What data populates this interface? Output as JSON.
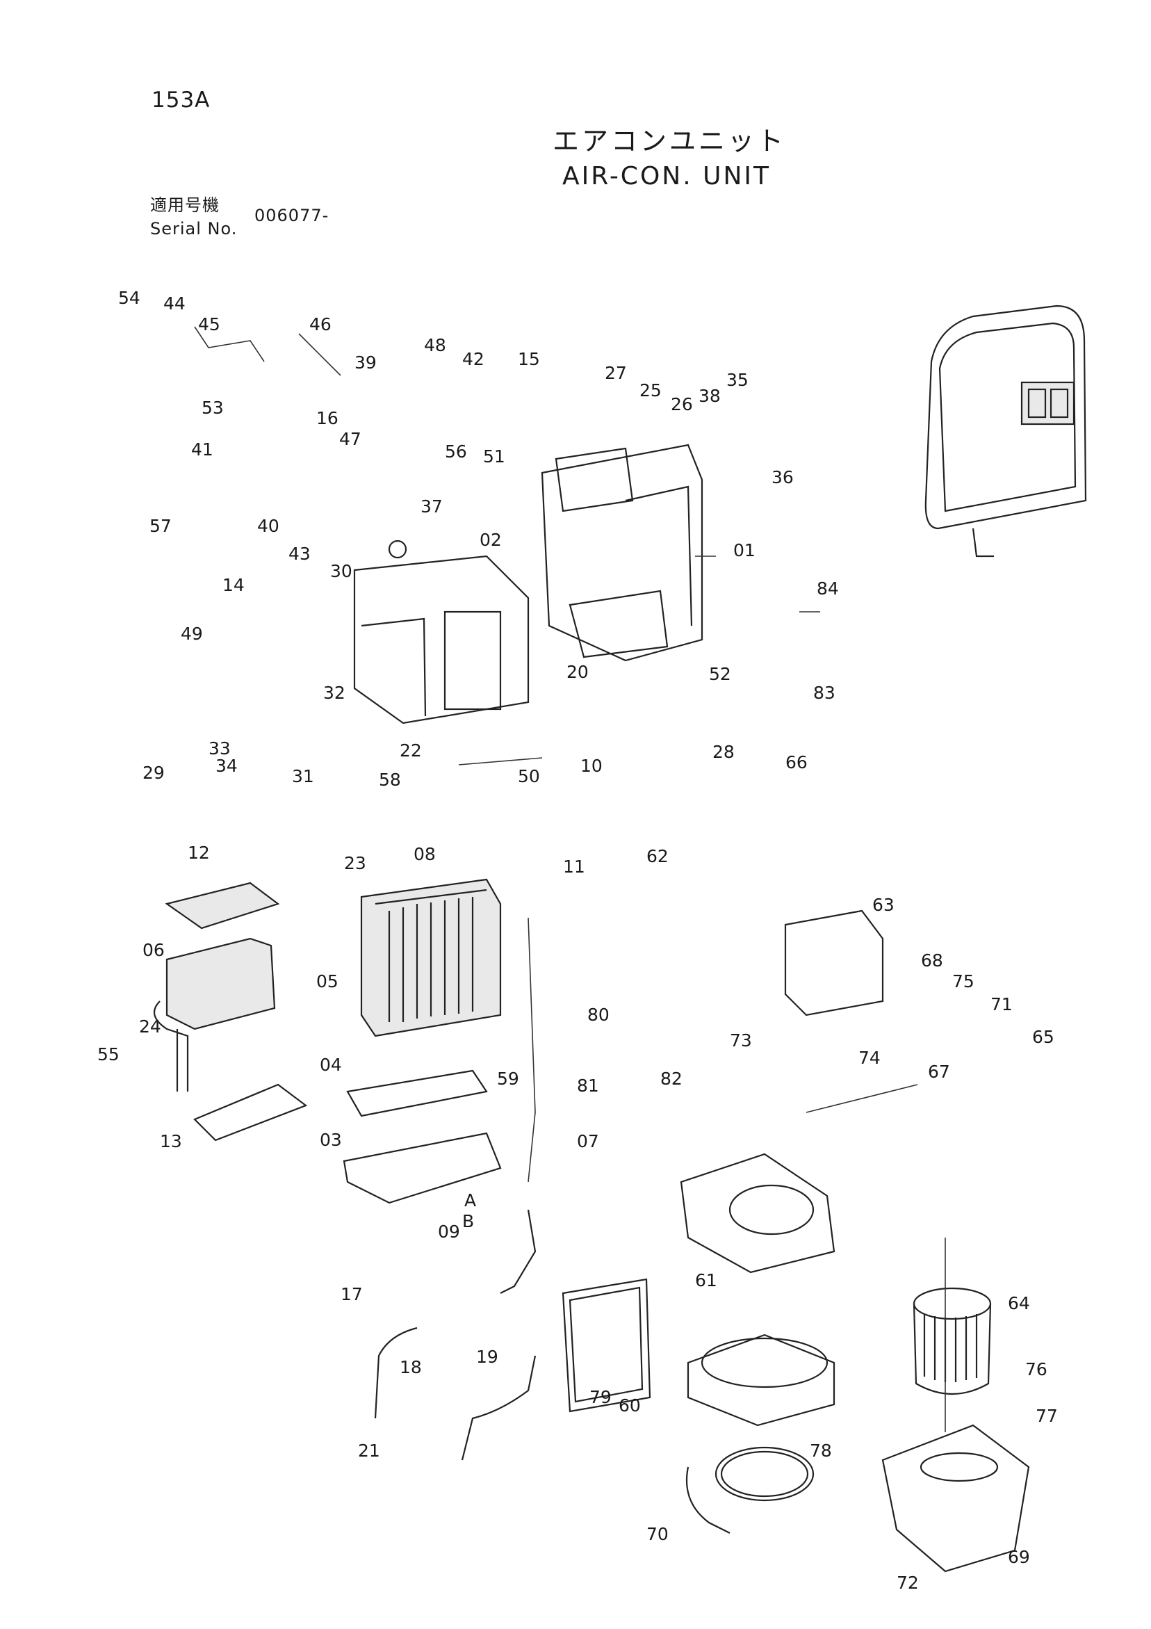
{
  "header": {
    "page_code": "153A",
    "title_jp": "エアコンユニット",
    "title_en": "AIR-CON. UNIT",
    "serial_label_jp": "適用号機",
    "serial_label_en": "Serial No.",
    "serial_value": "006077-"
  },
  "callouts": [
    "01",
    "02",
    "03",
    "04",
    "05",
    "06",
    "07",
    "08",
    "09",
    "10",
    "11",
    "12",
    "13",
    "14",
    "15",
    "16",
    "17",
    "18",
    "19",
    "20",
    "21",
    "22",
    "23",
    "24",
    "25",
    "26",
    "27",
    "28",
    "29",
    "30",
    "31",
    "32",
    "33",
    "34",
    "35",
    "36",
    "37",
    "38",
    "39",
    "40",
    "41",
    "42",
    "43",
    "44",
    "45",
    "46",
    "47",
    "48",
    "49",
    "50",
    "51",
    "52",
    "53",
    "54",
    "55",
    "56",
    "57",
    "58",
    "59",
    "60",
    "61",
    "62",
    "63",
    "64",
    "65",
    "66",
    "67",
    "68",
    "69",
    "70",
    "71",
    "72",
    "73",
    "74",
    "75",
    "76",
    "77",
    "78",
    "79",
    "80",
    "81",
    "82",
    "83",
    "84",
    "A",
    "B"
  ]
}
